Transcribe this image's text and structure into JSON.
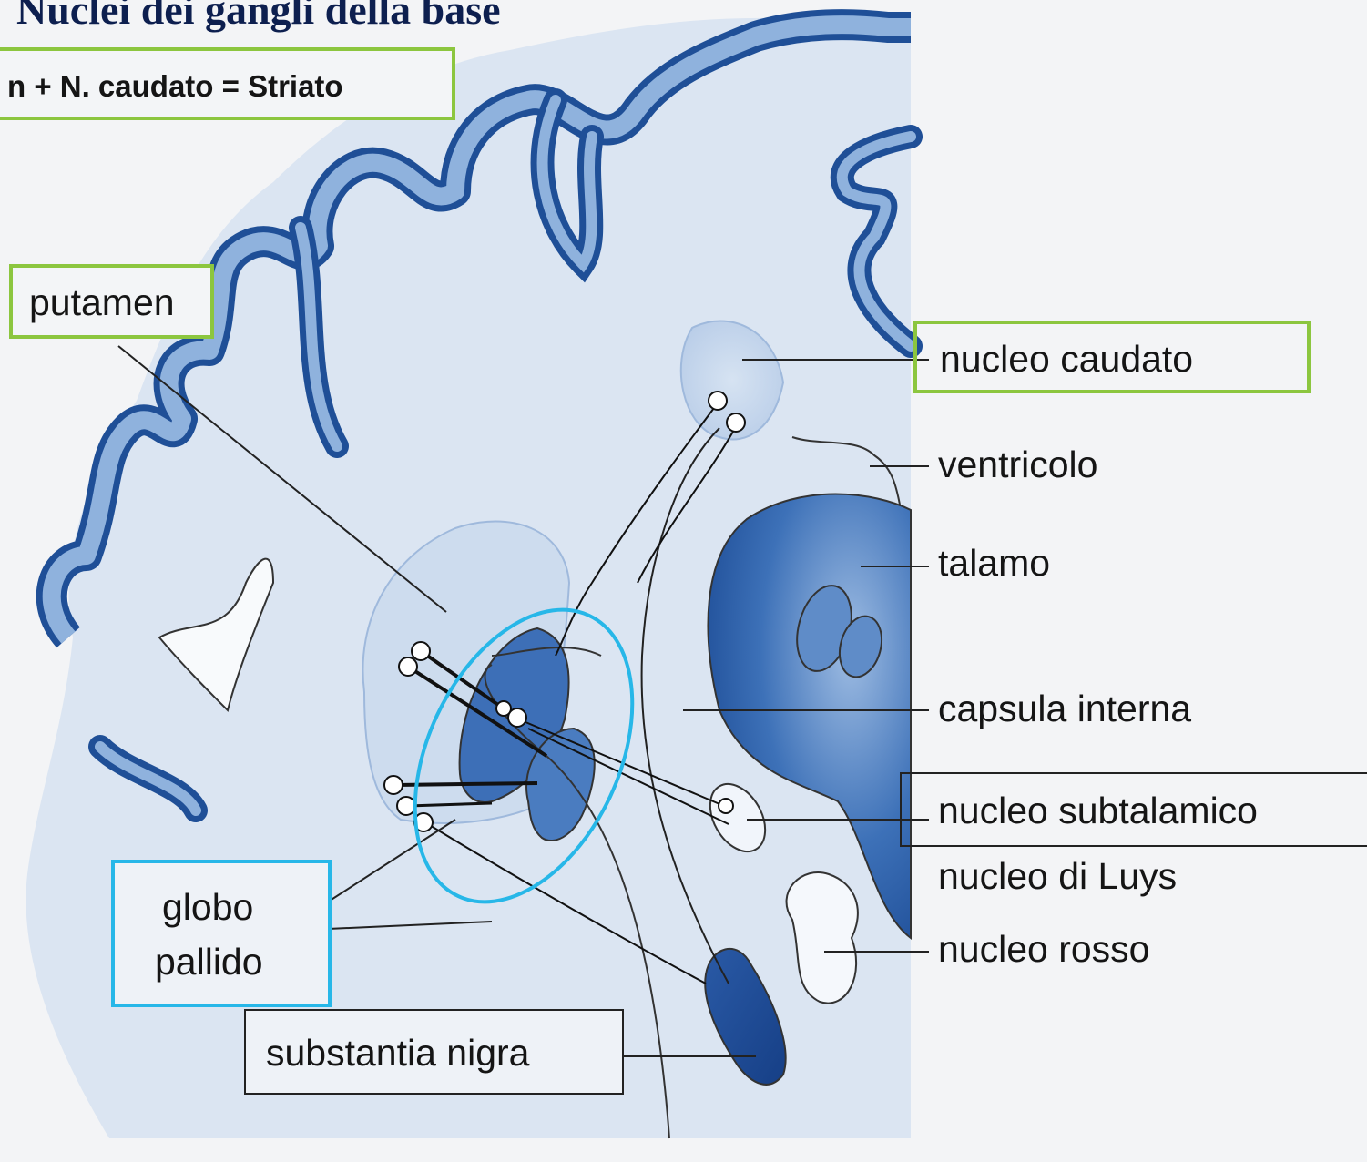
{
  "title": "Nuclei dei gangli della base",
  "striato_formula": "n + N. caudato = Striato",
  "labels": {
    "putamen": "putamen",
    "nucleo_caudato": "nucleo caudato",
    "ventricolo": "ventricolo",
    "talamo": "talamo",
    "capsula_interna": "capsula interna",
    "nucleo_subtalamico": "nucleo subtalamico",
    "nucleo_di_luys": "nucleo di Luys",
    "nucleo_rosso": "nucleo rosso",
    "globo": "globo",
    "pallido": "pallido",
    "substantia_nigra": "substantia nigra"
  },
  "colors": {
    "background": "#f3f4f6",
    "tissue": "#dbe6f3",
    "tissue_light": "#e9eff8",
    "cortex_dark": "#1f4f97",
    "cortex_mid": "#7ea3d3",
    "nucleus_dark": "#2e65b0",
    "nucleus_mid": "#5f8cc8",
    "highlight_green": "#8cc63f",
    "highlight_cyan": "#27b7e8",
    "title": "#0d1f4f"
  }
}
